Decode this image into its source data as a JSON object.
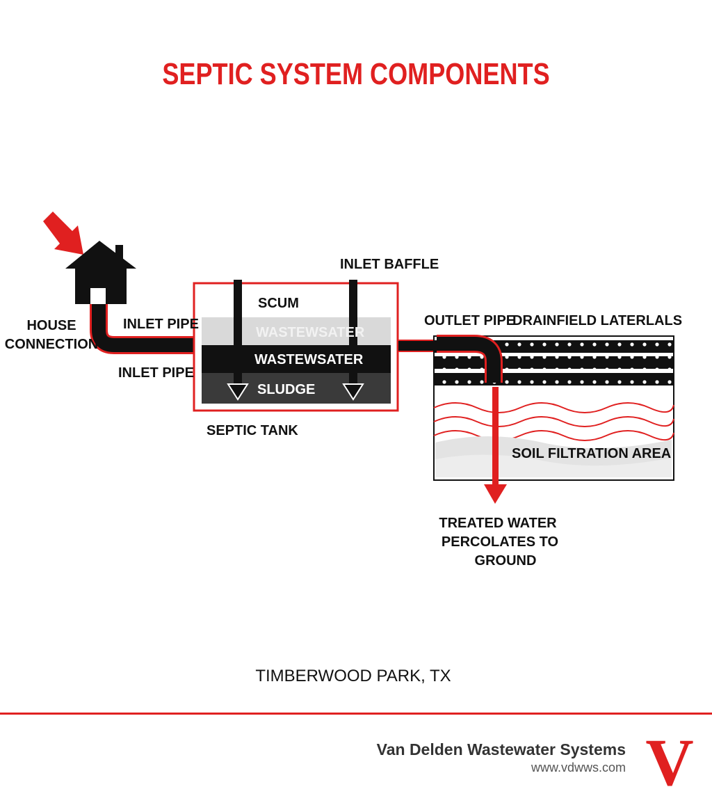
{
  "title": "SEPTIC SYSTEM COMPONENTS",
  "labels": {
    "house_connection_line1": "HOUSE",
    "house_connection_line2": "CONNECTION",
    "inlet_pipe_top": "INLET PIPE",
    "inlet_pipe_bottom": "INLET PIPE",
    "inlet_baffle": "INLET BAFFLE",
    "scum": "SCUM",
    "wastewater_upper": "WASTEWSATER",
    "wastewater_lower": "WASTEWSATER",
    "sludge": "SLUDGE",
    "septic_tank": "SEPTIC TANK",
    "outlet_pipe": "OUTLET PIPE",
    "drainfield_laterals": "DRAINFIELD LATERLALS",
    "soil_filtration_area": "SOIL FILTRATION AREA",
    "treated_water_line1": "TREATED WATER",
    "treated_water_line2": "PERCOLATES TO",
    "treated_water_line3": "GROUND"
  },
  "location": "TIMBERWOOD PARK, TX",
  "company": {
    "name": "Van Delden Wastewater Systems",
    "url": "www.vdwws.com",
    "logo_letter": "V"
  },
  "colors": {
    "accent_red": "#e02020",
    "black": "#111111",
    "text": "#111111"
  },
  "icons": [
    "house-icon",
    "arrow-down-right-icon",
    "arrow-down-icon",
    "logo-v-icon"
  ]
}
